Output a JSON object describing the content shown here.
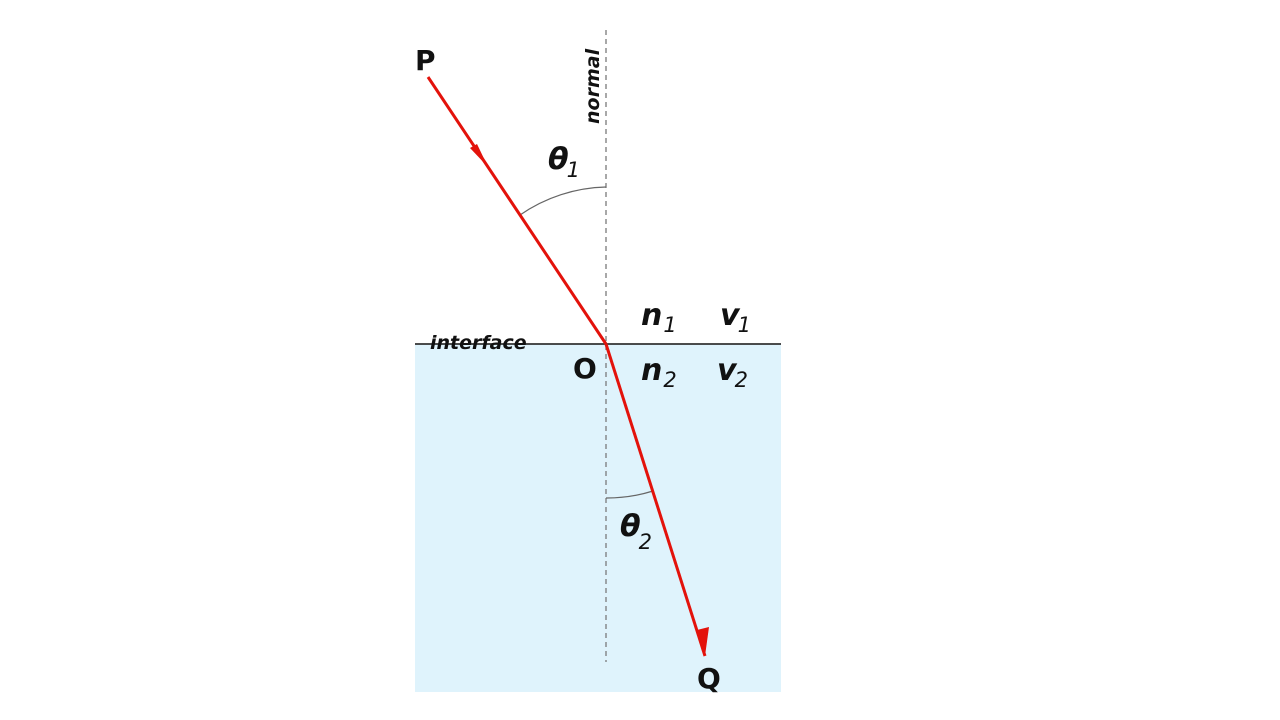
{
  "colors": {
    "background": "#ffffff",
    "medium2_fill": "#dff3fc",
    "ray": "#e3120b",
    "normal_line": "#7a7a7a",
    "interface_line": "#333333",
    "angle_arc": "#666666"
  },
  "labels": {
    "point_p": "P",
    "point_o": "O",
    "point_q": "Q",
    "normal": "normal",
    "interface": "interface",
    "theta": "θ",
    "n": "n",
    "v": "v",
    "sub_1": "1",
    "sub_2": "2"
  },
  "icons": {
    "incident_arrow": "arrowhead-icon",
    "refracted_arrow": "arrowhead-icon"
  }
}
